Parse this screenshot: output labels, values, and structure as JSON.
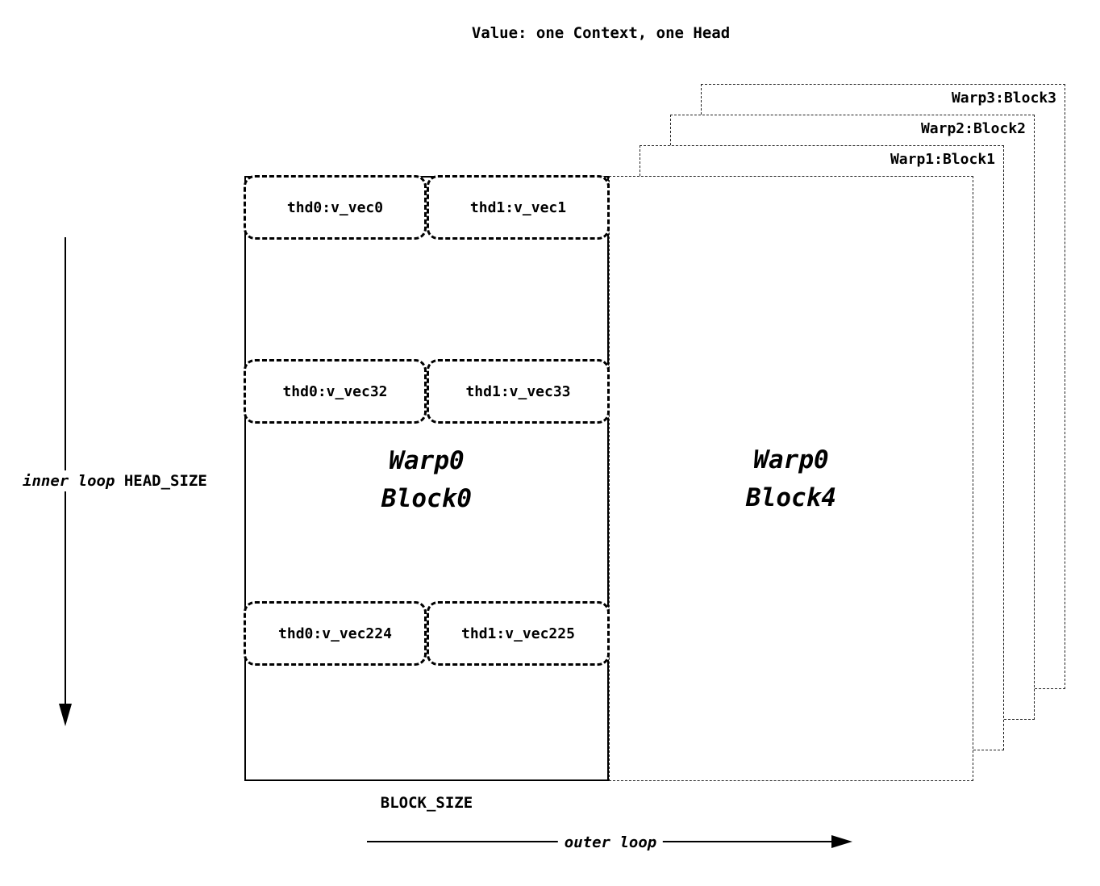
{
  "title": "Value: one Context, one Head",
  "block0": {
    "name_line1": "Warp0",
    "name_line2": "Block0",
    "rows": [
      {
        "left": "thd0:v_vec0",
        "right": "thd1:v_vec1"
      },
      {
        "left": "thd0:v_vec32",
        "right": "thd1:v_vec33"
      },
      {
        "left": "thd0:v_vec224",
        "right": "thd1:v_vec225"
      }
    ]
  },
  "block4": {
    "name_line1": "Warp0",
    "name_line2": "Block4"
  },
  "stacked_blocks": {
    "warp3": "Warp3:Block3",
    "warp2": "Warp2:Block2",
    "warp1": "Warp1:Block1"
  },
  "labels": {
    "inner_loop": "inner loop",
    "head_size": "HEAD_SIZE",
    "block_size": "BLOCK_SIZE",
    "outer_loop": "outer loop"
  },
  "colors": {
    "line": "#000000",
    "background": "#ffffff"
  }
}
